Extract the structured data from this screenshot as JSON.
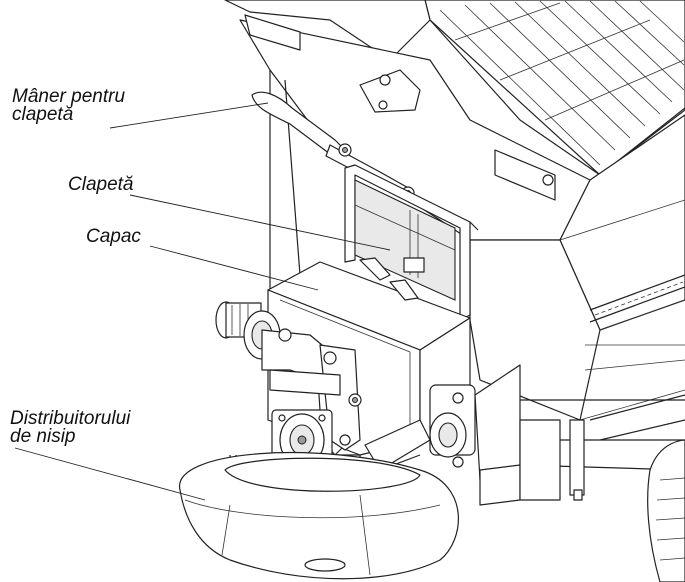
{
  "labels": {
    "handle_line1": "Mâner pentru",
    "handle_line2": "clapetă",
    "flap": "Clapetă",
    "cover": "Capac",
    "distributor_line1": "Distribuitorului",
    "distributor_line2": "de nisip"
  },
  "colors": {
    "stroke": "#222222",
    "background": "#ffffff",
    "label_text": "#111111"
  }
}
